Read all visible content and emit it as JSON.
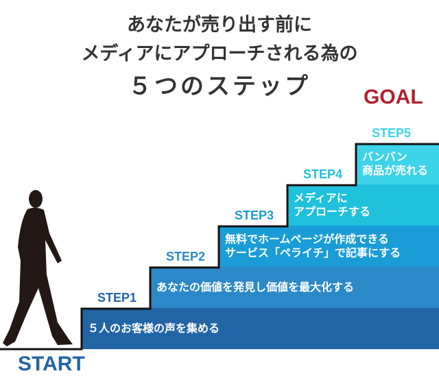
{
  "title": {
    "line1": "あなたが売り出す前に",
    "line2": "メディアにアプローチされる為の",
    "line3": "５つのステップ"
  },
  "goal": "GOAL",
  "start": "START",
  "steps": [
    {
      "label": "STEP1",
      "lines": [
        "５人のお客様の声を集める"
      ],
      "color": "#2265a5"
    },
    {
      "label": "STEP2",
      "lines": [
        "あなたの価値を発見し価値を最大化する"
      ],
      "color": "#2c89c8"
    },
    {
      "label": "STEP3",
      "lines": [
        "無料でホームページが作成できる",
        "サービス「ペライチ」で記事にする"
      ],
      "color": "#1a9dd6"
    },
    {
      "label": "STEP4",
      "lines": [
        "メディアに",
        "アプローチする"
      ],
      "color": "#1fc1dd"
    },
    {
      "label": "STEP5",
      "lines": [
        "バンバン",
        "商品が売れる"
      ],
      "color": "#3dd3e9"
    }
  ]
}
